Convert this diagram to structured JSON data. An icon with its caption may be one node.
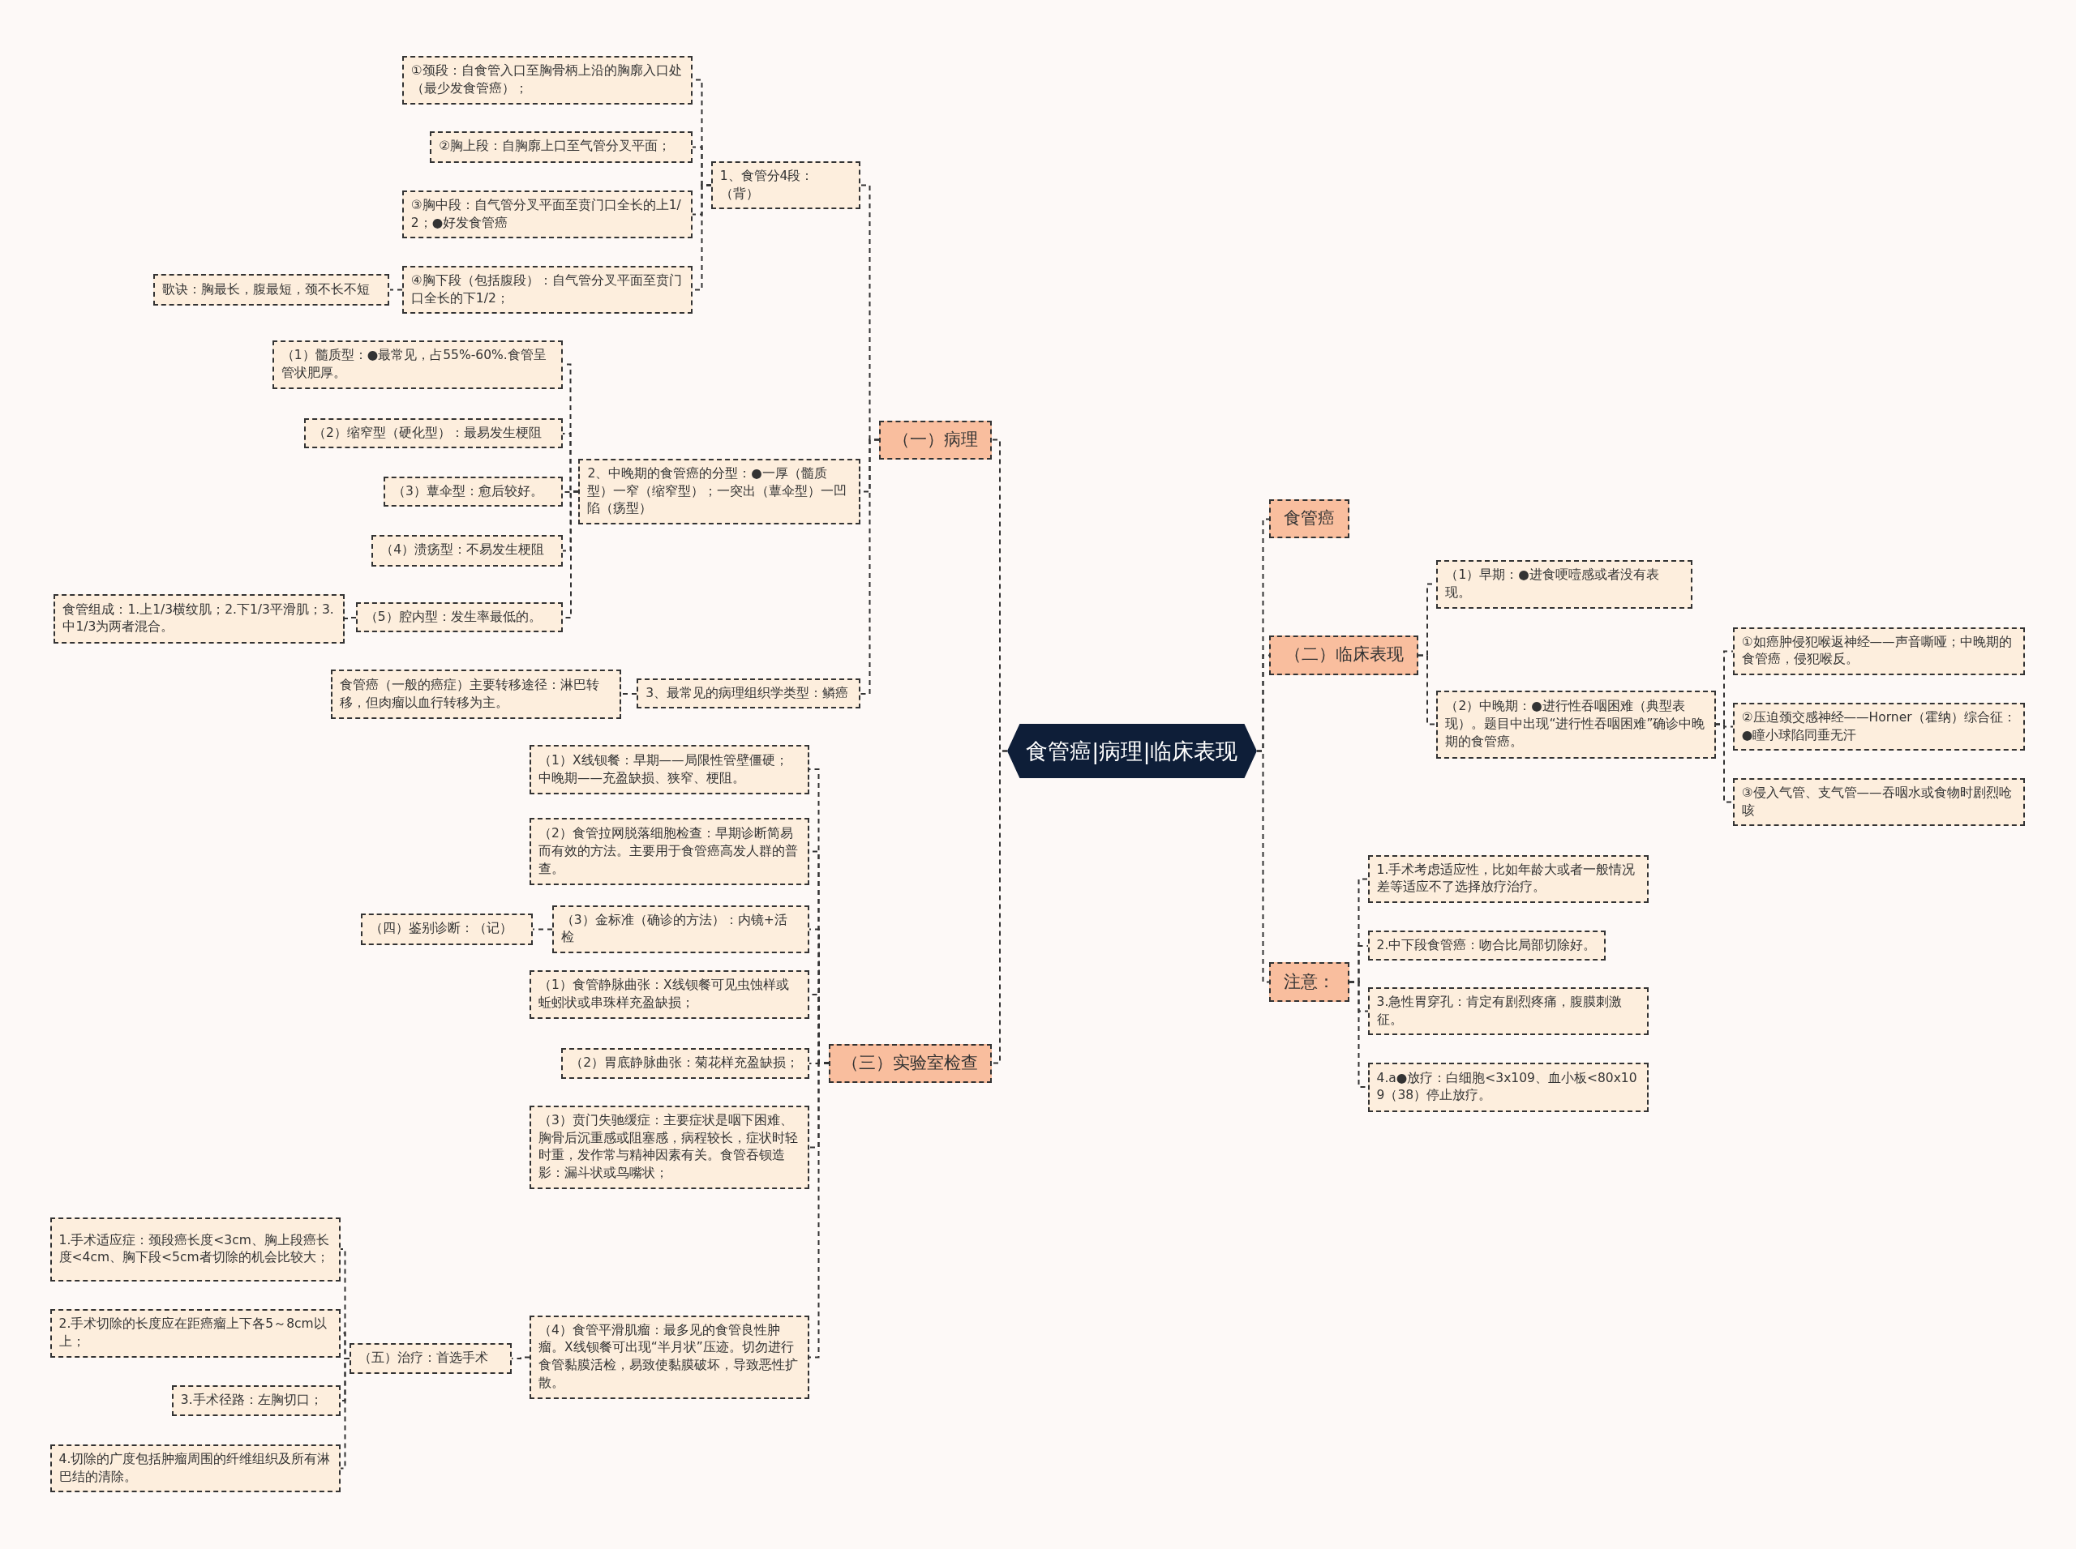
{
  "diagram": {
    "nodes": [
      {
        "text": [
          "食管癌|病理|临床表现"
        ]
      },
      {
        "text": [
          "（一）病理"
        ]
      },
      {
        "text": [
          "1、食管分4段：（背）"
        ]
      },
      {
        "text": [
          "①颈段：自食管入口至胸骨柄上沿的胸廓入口处（最少发食管癌）；"
        ]
      },
      {
        "text": [
          "②胸上段：自胸廓上口至气管分叉平面；"
        ]
      },
      {
        "text": [
          "③胸中段：自气管分叉平面至贲门口全长的上1/2；●好发食管癌"
        ]
      },
      {
        "text": [
          "④胸下段（包括腹段）：自气管分叉平面至贲门口全长的下1/2；"
        ]
      },
      {
        "text": [
          "歌诀：胸最长，腹最短，颈不长不短"
        ]
      },
      {
        "text": [
          "2、中晚期的食管癌的分型：●一厚（髓质型）一窄（缩窄型）；一突出（蕈伞型）一凹陷（疡型）"
        ]
      },
      {
        "text": [
          "（1）髓质型：●最常见，占55%-60%.食管呈管状肥厚。"
        ]
      },
      {
        "text": [
          "（2）缩窄型（硬化型）：最易发生梗阻"
        ]
      },
      {
        "text": [
          "（3）蕈伞型：愈后较好。"
        ]
      },
      {
        "text": [
          "（4）溃疡型：不易发生梗阻"
        ]
      },
      {
        "text": [
          "（5）腔内型：发生率最低的。"
        ]
      },
      {
        "text": [
          "食管组成：1.上1/3横纹肌；2.下1/3平滑肌；3.中1/3为两者混合。"
        ]
      },
      {
        "text": [
          "3、最常见的病理组织学类型：鳞癌"
        ]
      },
      {
        "text": [
          "食管癌（一般的癌症）主要转移途径：淋巴转移，但肉瘤以血行转移为主。"
        ]
      },
      {
        "text": [
          "（三）实验室检查"
        ]
      },
      {
        "text": [
          "（1）X线钡餐：早期——局限性管壁僵硬；中晚期——充盈缺损、狭窄、梗阻。"
        ]
      },
      {
        "text": [
          "（2）食管拉网脱落细胞检查：早期诊断简易而有效的方法。主要用于食管癌高发人群的普查。"
        ]
      },
      {
        "text": [
          "（3）金标准（确诊的方法）：内镜+活检"
        ]
      },
      {
        "text": [
          "（四）鉴别诊断：（记）"
        ]
      },
      {
        "text": [
          "（1）食管静脉曲张：X线钡餐可见虫蚀样或蚯蚓状或串珠样充盈缺损；"
        ]
      },
      {
        "text": [
          "（2）胃底静脉曲张：菊花样充盈缺损；"
        ]
      },
      {
        "text": [
          "（3）贲门失驰缓症：主要症状是咽下困难、胸骨后沉重感或阻塞感，病程较长，症状时轻时重，发作常与精神因素有关。食管吞钡造影：漏斗状或鸟嘴状；"
        ]
      },
      {
        "text": [
          "（4）食管平滑肌瘤：最多见的食管良性肿瘤。X线钡餐可出现“半月状”压迹。切勿进行食管黏膜活检，易致使黏膜破坏，导致恶性扩散。"
        ]
      },
      {
        "text": [
          "（五）治疗：首选手术"
        ]
      },
      {
        "text": [
          "1.手术适应症：颈段癌长度<3cm、胸上段癌长度<4cm、胸下段<5cm者切除的机会比较大；"
        ]
      },
      {
        "text": [
          "2.手术切除的长度应在距癌瘤上下各5～8cm以上；"
        ]
      },
      {
        "text": [
          "3.手术径路：左胸切口；"
        ]
      },
      {
        "text": [
          "4.切除的广度包括肿瘤周围的纤维组织及所有淋巴结的清除。"
        ]
      },
      {
        "text": [
          "食管癌"
        ]
      },
      {
        "text": [
          "（二）临床表现"
        ]
      },
      {
        "text": [
          "（1）早期：●进食哽噎感或者没有表现。"
        ]
      },
      {
        "text": [
          "（2）中晚期：●进行性吞咽困难（典型表现）。题目中出现“进行性吞咽困难”确诊中晚期的食管癌。"
        ]
      },
      {
        "text": [
          "①如癌肿侵犯喉返神经——声音嘶哑；中晚期的食管癌，侵犯喉反。"
        ]
      },
      {
        "text": [
          "②压迫颈交感神经——Horner（霍纳）综合征：●瞳小球陷同垂无汗"
        ]
      },
      {
        "text": [
          "③侵入气管、支气管——吞咽水或食物时剧烈呛咳"
        ]
      },
      {
        "text": [
          "注意："
        ]
      },
      {
        "text": [
          "1.手术考虑适应性，比如年龄大或者一般情况差等适应不了选择放疗治疗。"
        ]
      },
      {
        "text": [
          "2.中下段食管癌：吻合比局部切除好。"
        ]
      },
      {
        "text": [
          "3.急性胃穿孔：肯定有剧烈疼痛，腹膜刺激征。"
        ]
      },
      {
        "text": [
          "4.a●放疗：白细胞<3x109、血小板<80x109（38）停止放疗。"
        ]
      }
    ],
    "edges": [
      {
        "from": 0,
        "to": 1,
        "arrow": "none"
      },
      {
        "from": 1,
        "to": 2,
        "arrow": "none"
      },
      {
        "from": 2,
        "to": 3,
        "arrow": "none"
      },
      {
        "from": 2,
        "to": 4,
        "arrow": "none"
      },
      {
        "from": 2,
        "to": 5,
        "arrow": "none"
      },
      {
        "from": 2,
        "to": 6,
        "arrow": "none"
      },
      {
        "from": 6,
        "to": 7,
        "arrow": "none"
      },
      {
        "from": 1,
        "to": 8,
        "arrow": "none"
      },
      {
        "from": 8,
        "to": 9,
        "arrow": "none"
      },
      {
        "from": 8,
        "to": 10,
        "arrow": "none"
      },
      {
        "from": 8,
        "to": 11,
        "arrow": "none"
      },
      {
        "from": 8,
        "to": 12,
        "arrow": "none"
      },
      {
        "from": 8,
        "to": 13,
        "arrow": "none"
      },
      {
        "from": 13,
        "to": 14,
        "arrow": "none"
      },
      {
        "from": 1,
        "to": 15,
        "arrow": "none"
      },
      {
        "from": 15,
        "to": 16,
        "arrow": "none"
      },
      {
        "from": 0,
        "to": 17,
        "arrow": "none"
      },
      {
        "from": 17,
        "to": 18,
        "arrow": "none"
      },
      {
        "from": 17,
        "to": 19,
        "arrow": "none"
      },
      {
        "from": 17,
        "to": 20,
        "arrow": "none"
      },
      {
        "from": 20,
        "to": 21,
        "arrow": "none"
      },
      {
        "from": 17,
        "to": 22,
        "arrow": "none"
      },
      {
        "from": 17,
        "to": 23,
        "arrow": "none"
      },
      {
        "from": 17,
        "to": 24,
        "arrow": "none"
      },
      {
        "from": 17,
        "to": 25,
        "arrow": "none"
      },
      {
        "from": 25,
        "to": 26,
        "arrow": "none"
      },
      {
        "from": 26,
        "to": 27,
        "arrow": "none"
      },
      {
        "from": 26,
        "to": 28,
        "arrow": "none"
      },
      {
        "from": 26,
        "to": 29,
        "arrow": "none"
      },
      {
        "from": 26,
        "to": 30,
        "arrow": "none"
      },
      {
        "from": 0,
        "to": 31,
        "arrow": "none"
      },
      {
        "from": 0,
        "to": 32,
        "arrow": "none"
      },
      {
        "from": 32,
        "to": 33,
        "arrow": "none"
      },
      {
        "from": 32,
        "to": 34,
        "arrow": "none"
      },
      {
        "from": 34,
        "to": 35,
        "arrow": "none"
      },
      {
        "from": 34,
        "to": 36,
        "arrow": "none"
      },
      {
        "from": 34,
        "to": 37,
        "arrow": "none"
      },
      {
        "from": 0,
        "to": 38,
        "arrow": "none"
      },
      {
        "from": 38,
        "to": 39,
        "arrow": "none"
      },
      {
        "from": 38,
        "to": 40,
        "arrow": "none"
      },
      {
        "from": 38,
        "to": 41,
        "arrow": "none"
      },
      {
        "from": 38,
        "to": 42,
        "arrow": "none"
      }
    ]
  }
}
